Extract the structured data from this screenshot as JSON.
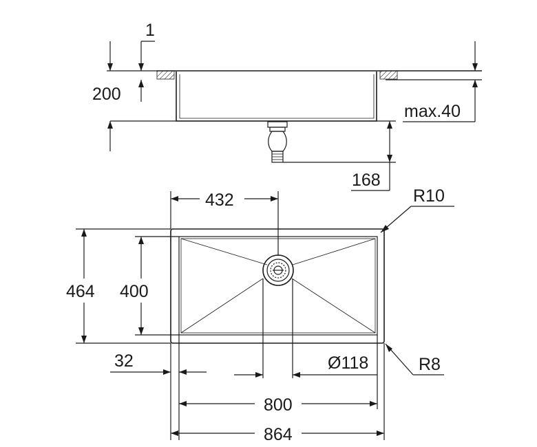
{
  "side_view": {
    "labels": {
      "thickness": "1",
      "depth": "200",
      "max_counter": "max.40",
      "waste_depth": "168"
    }
  },
  "top_view": {
    "labels": {
      "half_width": "432",
      "outer_radius": "R10",
      "outer_depth": "464",
      "inner_depth": "400",
      "rim_offset": "32",
      "drain_diameter": "Ø118",
      "inner_radius": "R8",
      "inner_width": "800",
      "outer_width": "864"
    }
  }
}
